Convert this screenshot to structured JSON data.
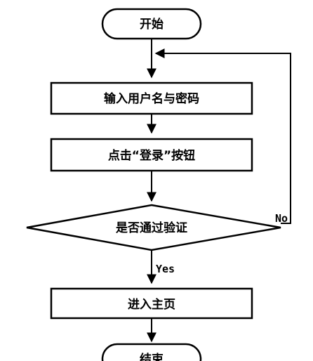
{
  "flowchart": {
    "nodes": {
      "start": {
        "label": "开始"
      },
      "input_credentials": {
        "label": "输入用户名与密码"
      },
      "click_login": {
        "label": "点击“登录”按钮"
      },
      "verify": {
        "label": "是否通过验证"
      },
      "home": {
        "label": "进入主页"
      },
      "end": {
        "label": "结束"
      }
    },
    "edges": {
      "verify_no": {
        "label": "No"
      },
      "verify_yes": {
        "label": "Yes"
      }
    }
  }
}
